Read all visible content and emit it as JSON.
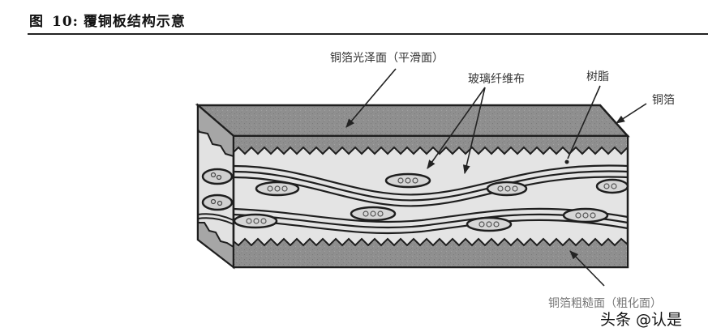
{
  "figure": {
    "prefix": "图",
    "number": "10:",
    "title": "覆铜板结构示意"
  },
  "labels": {
    "smooth_side": "铜箔光泽面（平滑面）",
    "glass_fiber": "玻璃纤维布",
    "resin": "树脂",
    "copper_foil": "铜箔",
    "rough_side": "铜箔粗糙面（粗化面）"
  },
  "watermark": "头条 @认是",
  "colors": {
    "copper_layer": "#8f8f8f",
    "copper_side": "#a6a6a6",
    "resin_core": "#e4e4e4",
    "outline": "#1e1e1e"
  }
}
